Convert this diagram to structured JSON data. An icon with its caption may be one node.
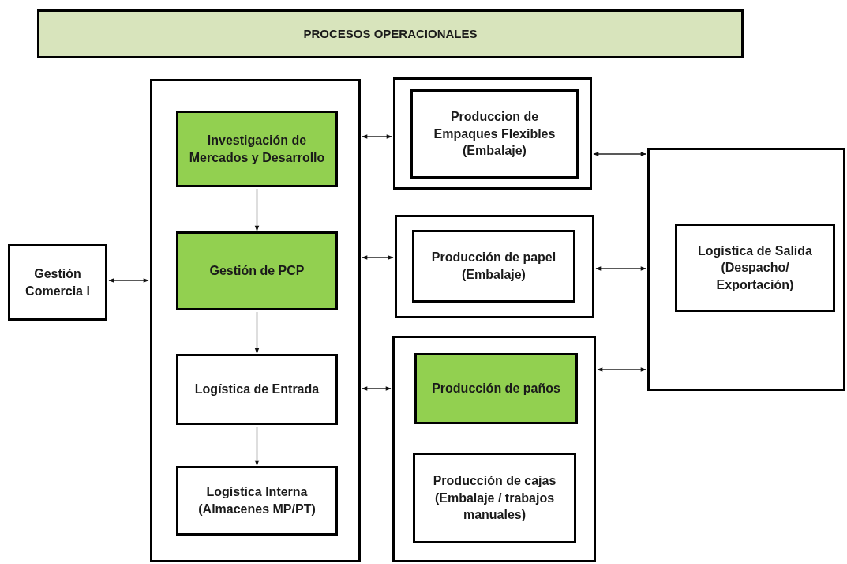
{
  "diagram": {
    "nodes": [
      {
        "text": [
          "PROCESOS OPERACIONALES"
        ]
      },
      {
        "text": [
          "Gestión Comercia l"
        ]
      },
      {
        "text": [],
        "shape": "box"
      },
      {
        "text": [
          "Investigación de Mercados y Desarrollo"
        ],
        "in": 2
      },
      {
        "text": [
          "Gestión de PCP"
        ],
        "in": 2
      },
      {
        "text": [
          "Logística de Entrada"
        ],
        "in": 2
      },
      {
        "text": [
          "Logística Interna (Almacenes MP/PT)"
        ],
        "in": 2
      },
      {
        "text": [],
        "shape": "box"
      },
      {
        "text": [
          "Produccion de Empaques Flexibles (Embalaje)"
        ],
        "in": 7
      },
      {
        "text": [],
        "shape": "box"
      },
      {
        "text": [
          "Producción de papel (Embalaje)"
        ],
        "in": 9
      },
      {
        "text": [],
        "shape": "box"
      },
      {
        "text": [
          "Producción de paños"
        ],
        "in": 11
      },
      {
        "text": [
          "Producción de cajas (Embalaje / trabajos manuales)"
        ],
        "in": 11
      },
      {
        "text": [],
        "shape": "box"
      },
      {
        "text": [
          "Logística de Salida (Despacho/ Exportación)"
        ],
        "in": 14
      }
    ],
    "edges": [
      {
        "from": 1,
        "to": 2,
        "arrow": "both"
      },
      {
        "from": 3,
        "to": 4,
        "arrow": "to"
      },
      {
        "from": 4,
        "to": 5,
        "arrow": "to"
      },
      {
        "from": 5,
        "to": 6,
        "arrow": "to"
      },
      {
        "from": 2,
        "to": 7,
        "arrow": "both"
      },
      {
        "from": 2,
        "to": 9,
        "arrow": "both"
      },
      {
        "from": 2,
        "to": 11,
        "arrow": "both"
      },
      {
        "from": 7,
        "to": 14,
        "arrow": "both"
      },
      {
        "from": 9,
        "to": 14,
        "arrow": "both"
      },
      {
        "from": 11,
        "to": 14,
        "arrow": "both"
      }
    ]
  }
}
